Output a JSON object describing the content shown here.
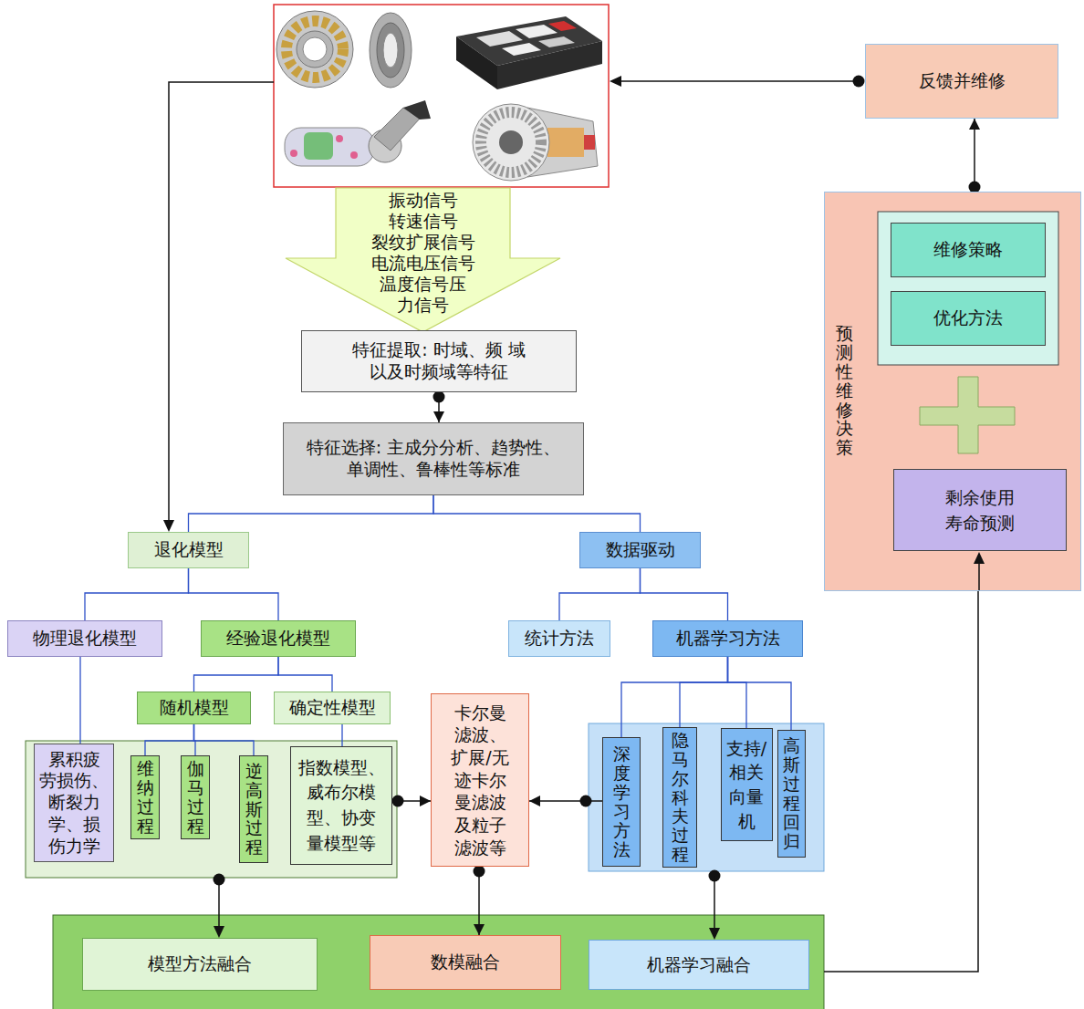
{
  "diagram": {
    "nodes": [
      {
        "text": [
          "反馈并维修"
        ]
      },
      {
        "text": [
          "振动信号 转速信号 裂纹扩展信号 电流电压信号 温度信号压 力信号"
        ]
      },
      {
        "text": [
          "预测性维修决策"
        ]
      },
      {
        "text": [
          "维修策略"
        ],
        "in": 2
      },
      {
        "text": [
          "优化方法"
        ],
        "in": 2
      },
      {
        "text": [
          "剩余使用 寿命预测"
        ],
        "in": 2
      },
      {
        "text": [
          "特征提取: 时域、频 域以及时频域等特征"
        ]
      },
      {
        "text": [
          "特征选择: 主成分分析、趋势性、 单调性、鲁棒性等标准"
        ]
      },
      {
        "text": [
          "退化模型"
        ]
      },
      {
        "text": [
          "数据驱动"
        ]
      },
      {
        "text": [
          "物理退化模型"
        ]
      },
      {
        "text": [
          "经验退化模型"
        ]
      },
      {
        "text": [
          "统计方法"
        ]
      },
      {
        "text": [
          "机器学习方法"
        ]
      },
      {
        "text": [
          "随机模型"
        ]
      },
      {
        "text": [
          "确定性模型"
        ]
      },
      {
        "text": [
          "累积疲 劳损伤、 断裂力 学、损 伤力学"
        ]
      },
      {
        "text": [
          "维纳过程"
        ]
      },
      {
        "text": [
          "伽马过程"
        ]
      },
      {
        "text": [
          "逆高斯过程"
        ]
      },
      {
        "text": [
          "指数模型、 威布尔模 型、协变 量模型等"
        ]
      },
      {
        "text": [
          "卡尔曼 滤波、 扩展/无 迹卡尔 曼滤波 及粒子 滤波等"
        ]
      },
      {
        "text": [
          "深度学习方法"
        ]
      },
      {
        "text": [
          "隐马尔科夫过程"
        ]
      },
      {
        "text": [
          "支持/ 相关 向量 机"
        ]
      },
      {
        "text": [
          "高斯过程回归"
        ]
      },
      {
        "text": [
          "模型方法融合"
        ]
      },
      {
        "text": [
          "数模融合"
        ]
      },
      {
        "text": [
          "机器学习融合"
        ]
      }
    ],
    "edges": [
      {
        "from": 6,
        "to": 7,
        "arrow": "to"
      },
      {
        "from": 7,
        "to": 8,
        "arrow": "none"
      },
      {
        "from": 7,
        "to": 9,
        "arrow": "none"
      },
      {
        "from": 8,
        "to": 10,
        "arrow": "none"
      },
      {
        "from": 8,
        "to": 11,
        "arrow": "none"
      },
      {
        "from": 9,
        "to": 12,
        "arrow": "none"
      },
      {
        "from": 9,
        "to": 13,
        "arrow": "none"
      },
      {
        "from": 10,
        "to": 16,
        "arrow": "none"
      },
      {
        "from": 11,
        "to": 14,
        "arrow": "none"
      },
      {
        "from": 11,
        "to": 15,
        "arrow": "none"
      },
      {
        "from": 13,
        "to": 22,
        "arrow": "none"
      },
      {
        "from": 13,
        "to": 23,
        "arrow": "none"
      },
      {
        "from": 13,
        "to": 24,
        "arrow": "none"
      },
      {
        "from": 13,
        "to": 25,
        "arrow": "none"
      },
      {
        "from": 14,
        "to": 17,
        "arrow": "none"
      },
      {
        "from": 14,
        "to": 18,
        "arrow": "none"
      },
      {
        "from": 14,
        "to": 19,
        "arrow": "none"
      },
      {
        "from": 15,
        "to": 20,
        "arrow": "none"
      },
      {
        "from": 20,
        "to": 21,
        "arrow": "to"
      },
      {
        "from": 22,
        "to": 21,
        "arrow": "to"
      },
      {
        "from": 21,
        "to": 27,
        "arrow": "to"
      },
      {
        "from": 2,
        "to": 0,
        "arrow": "to"
      }
    ]
  }
}
